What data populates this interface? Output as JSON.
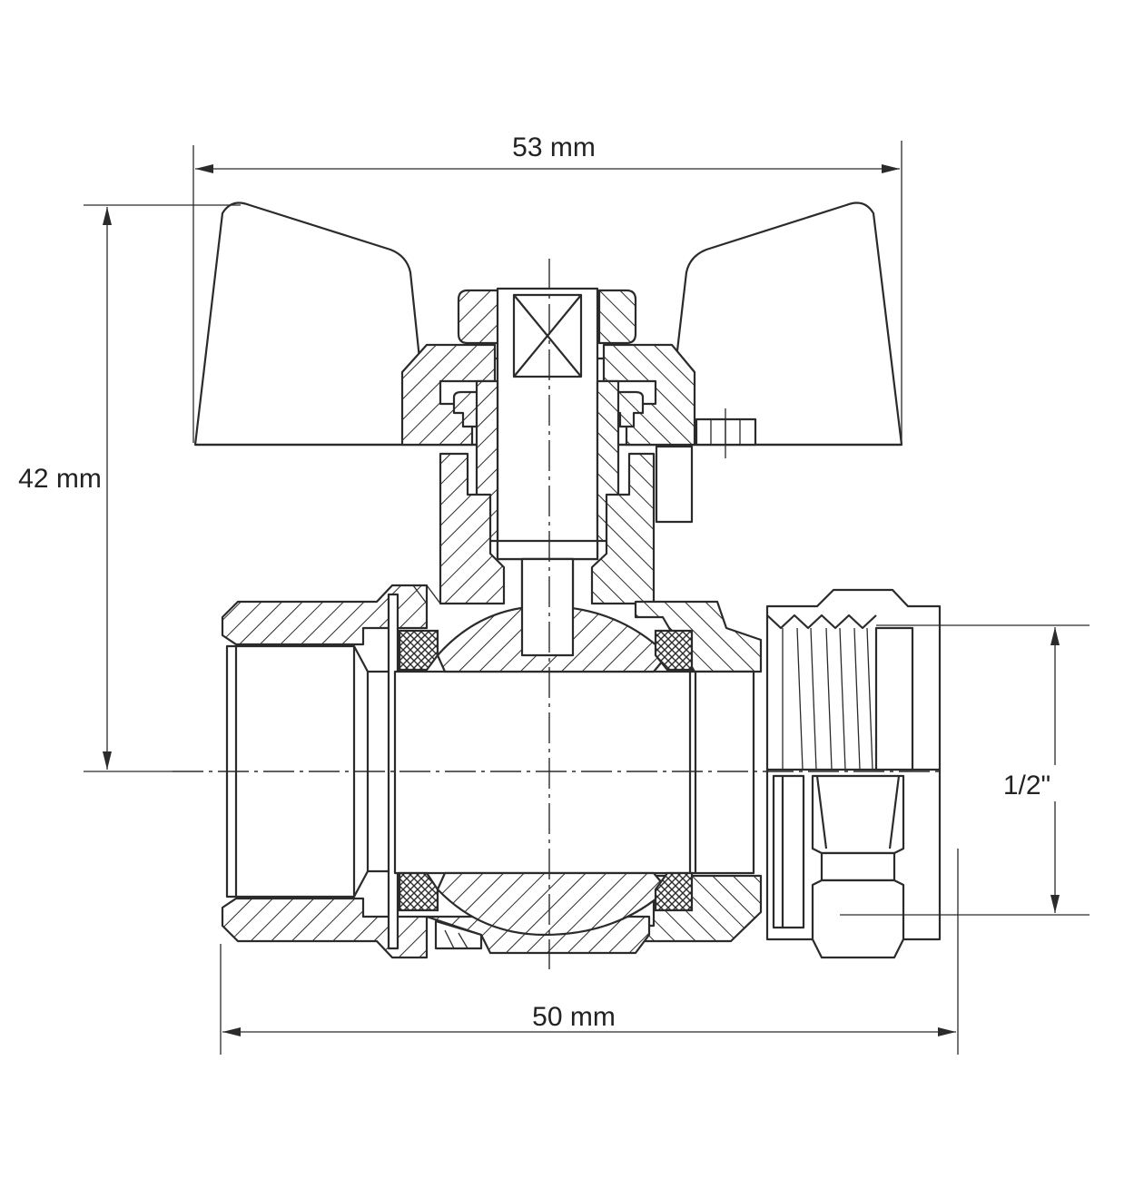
{
  "dimensions": {
    "overall_width": "53 mm",
    "height": "42 mm",
    "length": "50 mm",
    "thread_size": "1/2\""
  }
}
